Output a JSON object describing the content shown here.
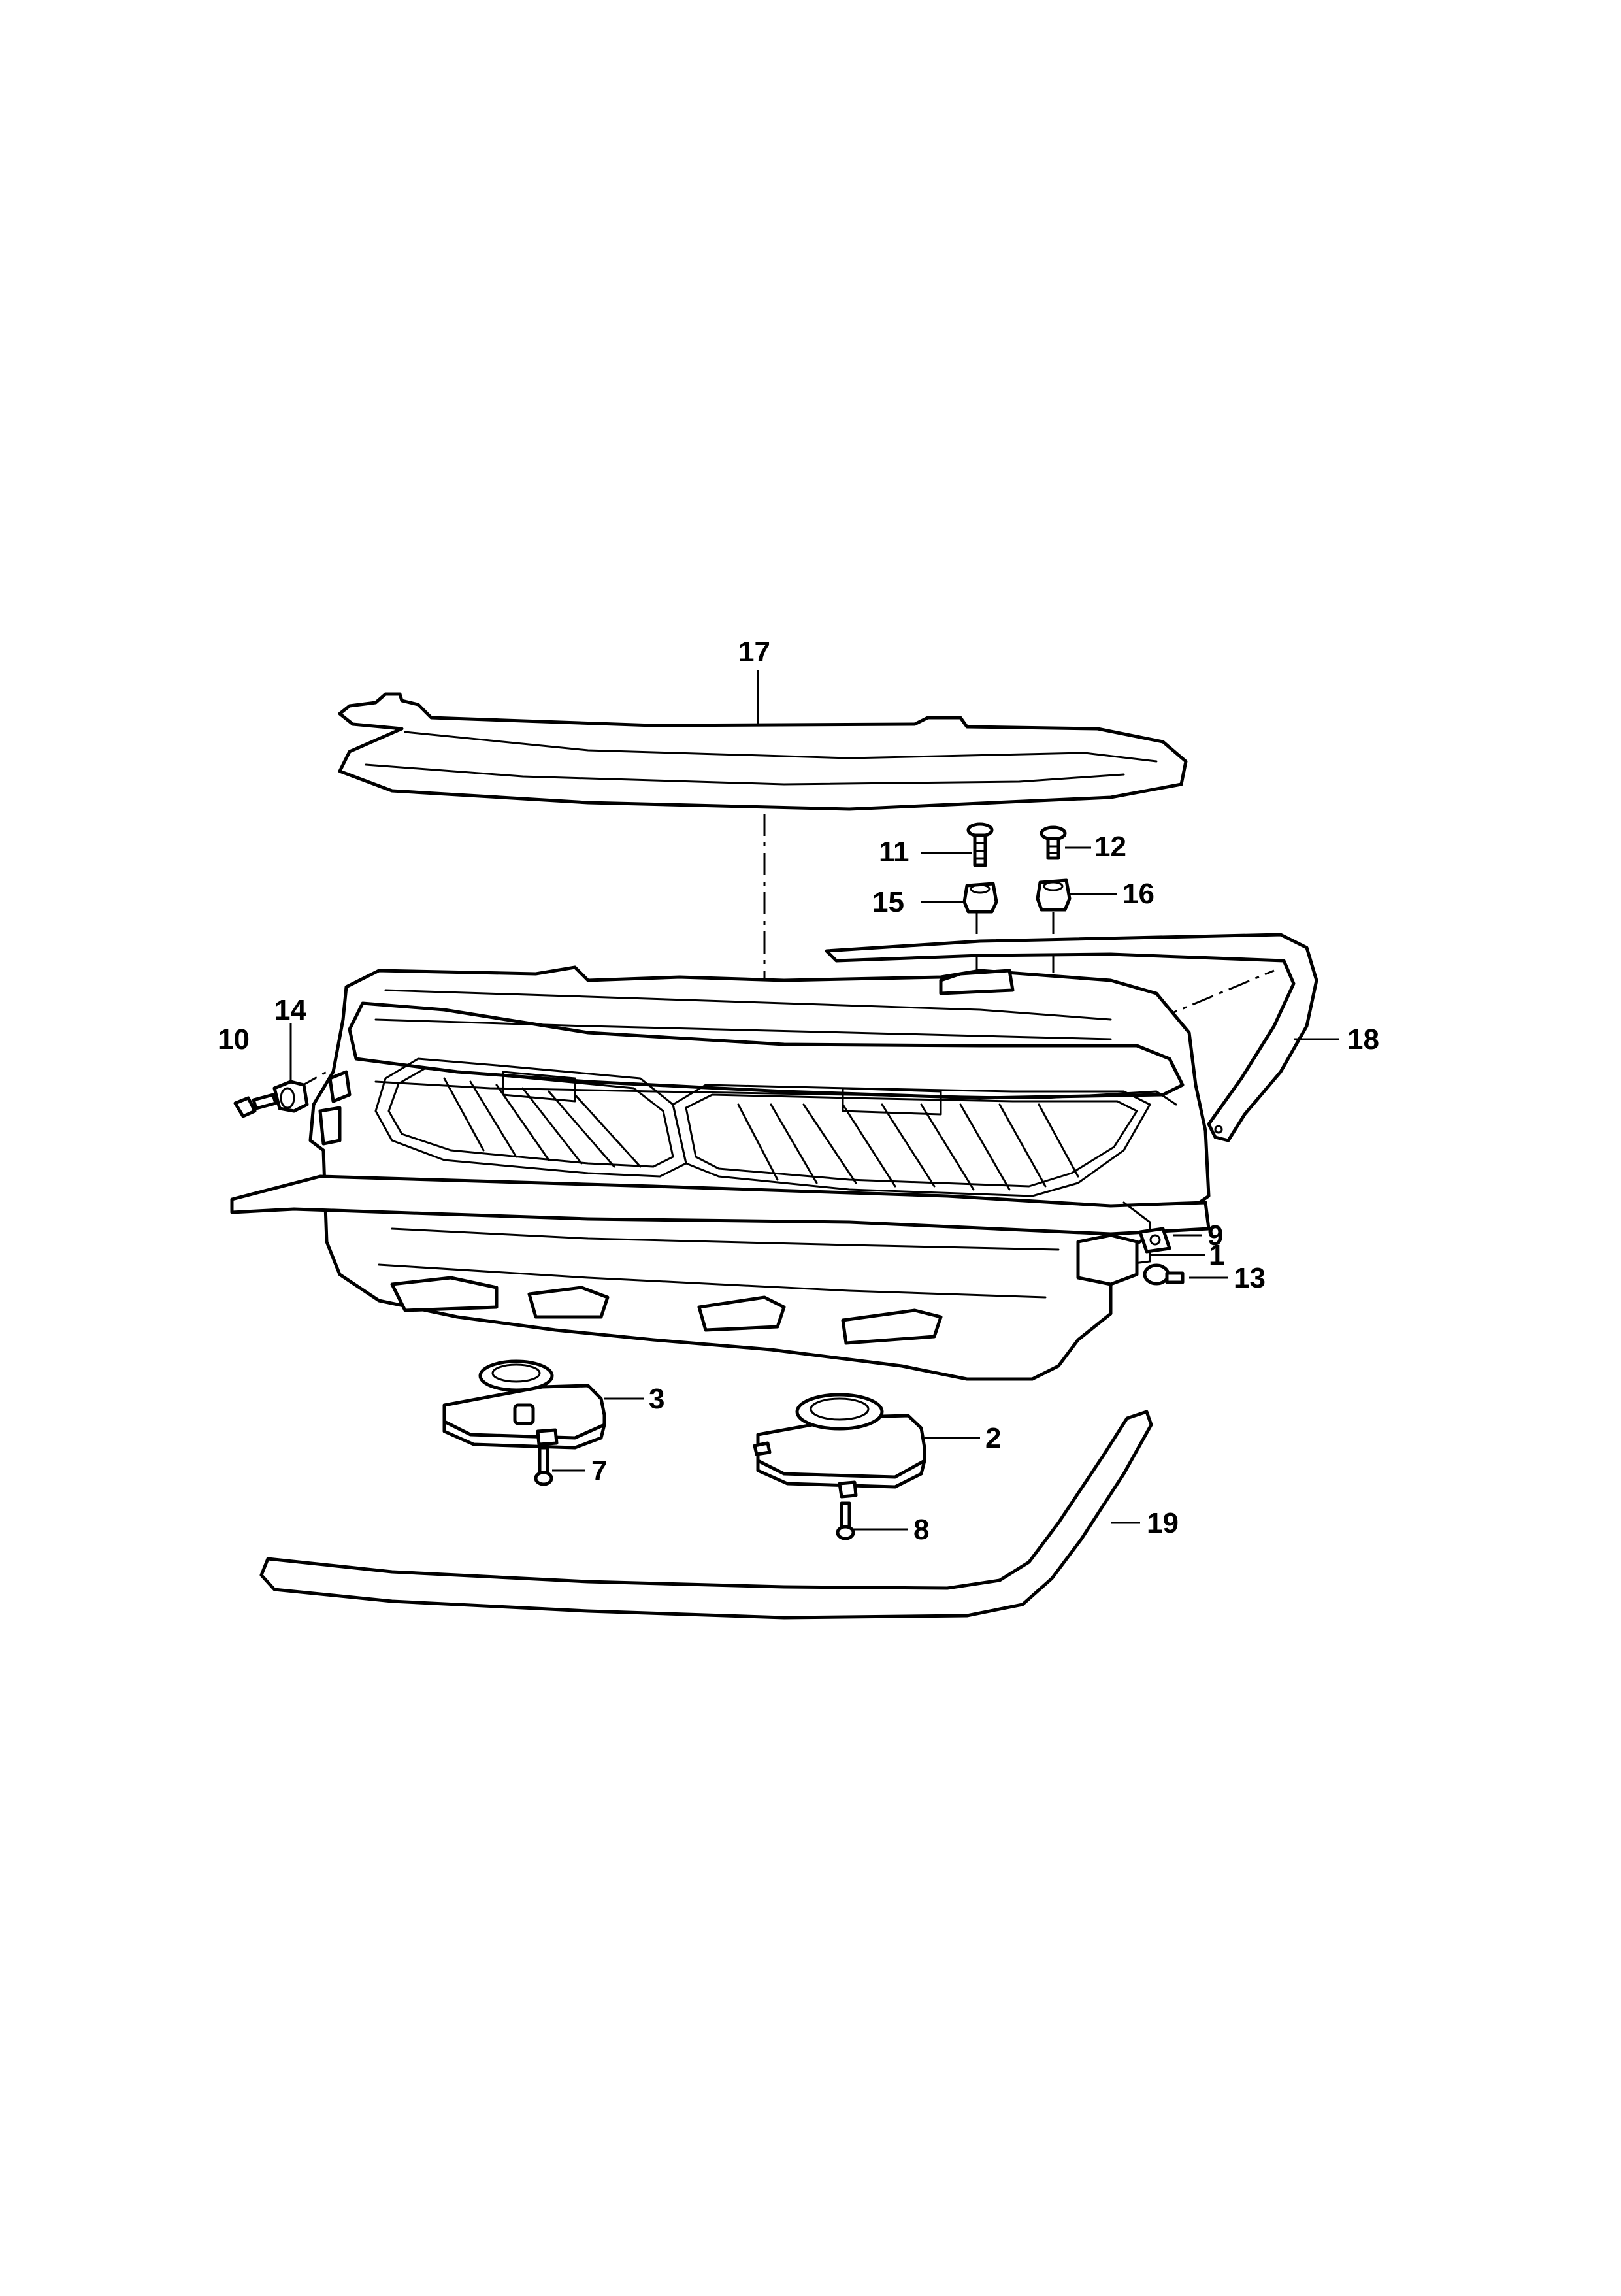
{
  "callouts": {
    "c1": "1",
    "c2": "2",
    "c3": "3",
    "c7": "7",
    "c8": "8",
    "c9": "9",
    "c10": "10",
    "c11": "11",
    "c12": "12",
    "c13": "13",
    "c14": "14",
    "c15": "15",
    "c16": "16",
    "c17": "17",
    "c18": "18",
    "c19": "19"
  },
  "colors": {
    "line": "#000000",
    "background": "#ffffff"
  }
}
